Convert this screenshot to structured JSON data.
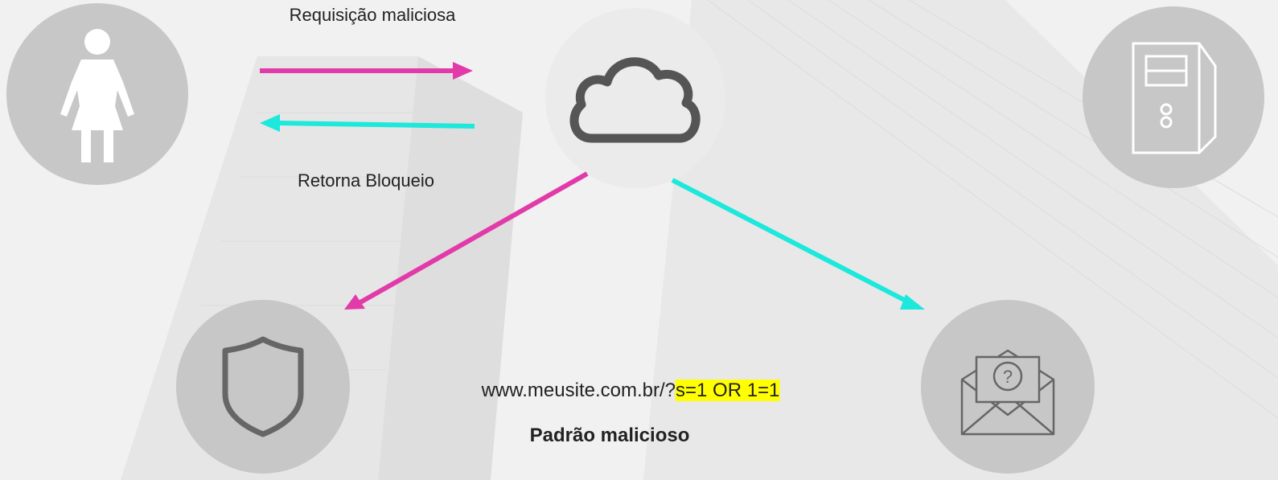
{
  "labels": {
    "request": "Requisição maliciosa",
    "return": "Retorna Bloqueio"
  },
  "url": {
    "base": "www.meusite.com.br/?",
    "payload": "s=1 OR 1=1"
  },
  "pattern_label": "Padrão malicioso",
  "colors": {
    "magenta_arrow": "#e23aa9",
    "cyan_arrow": "#1de8dc",
    "node_fill": "#c7c7c7",
    "cloud_node_fill": "#ebebeb",
    "highlight": "#ffff00"
  },
  "icons": {
    "user": "person-icon",
    "cloud": "cloud-icon",
    "server": "server-icon",
    "shield": "shield-icon",
    "mail": "mail-question-icon"
  }
}
